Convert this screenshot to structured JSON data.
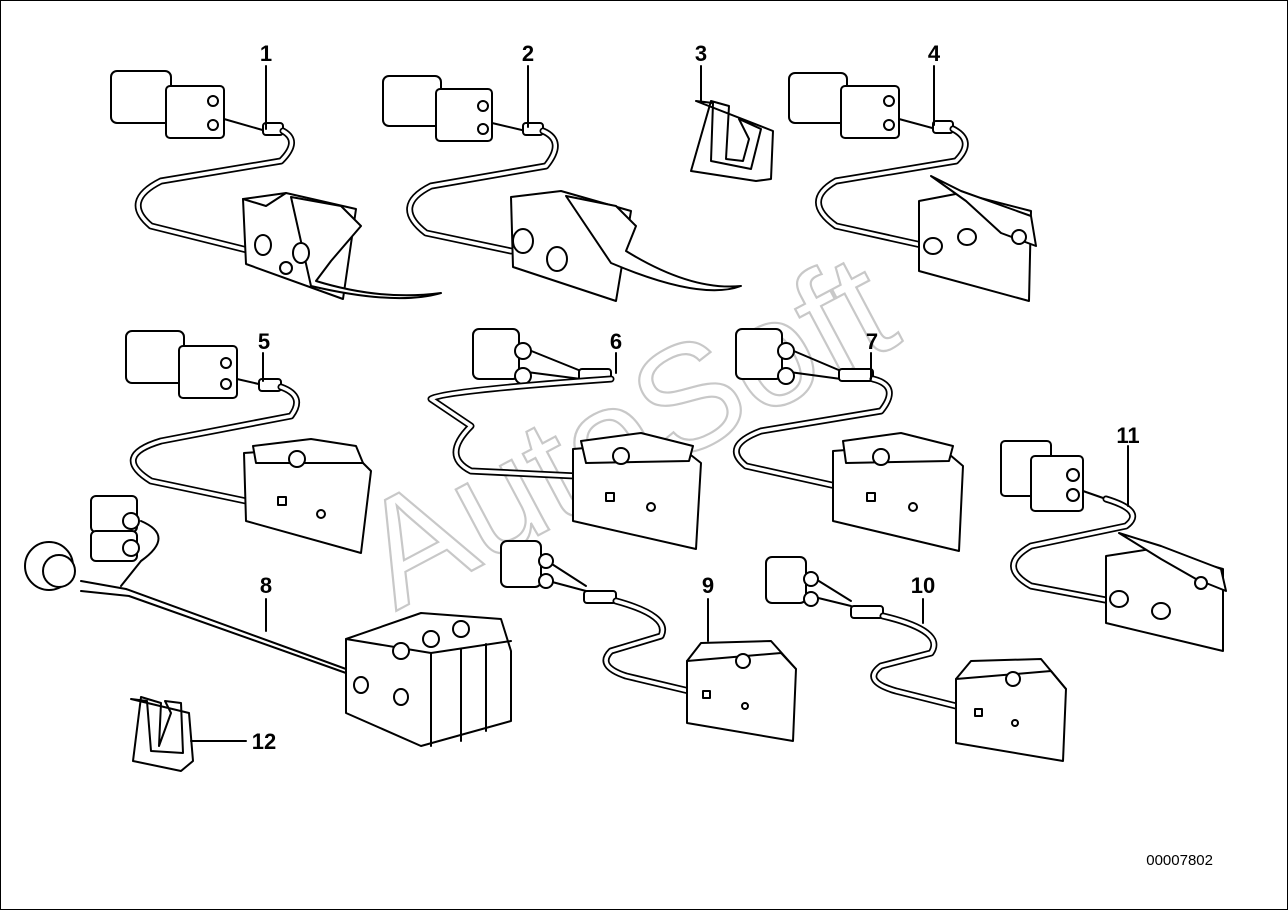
{
  "diagram": {
    "callouts": [
      "1",
      "2",
      "3",
      "4",
      "5",
      "6",
      "7",
      "8",
      "9",
      "10",
      "11",
      "12"
    ],
    "document_number": "00007802",
    "watermark": "AutoSoft"
  }
}
